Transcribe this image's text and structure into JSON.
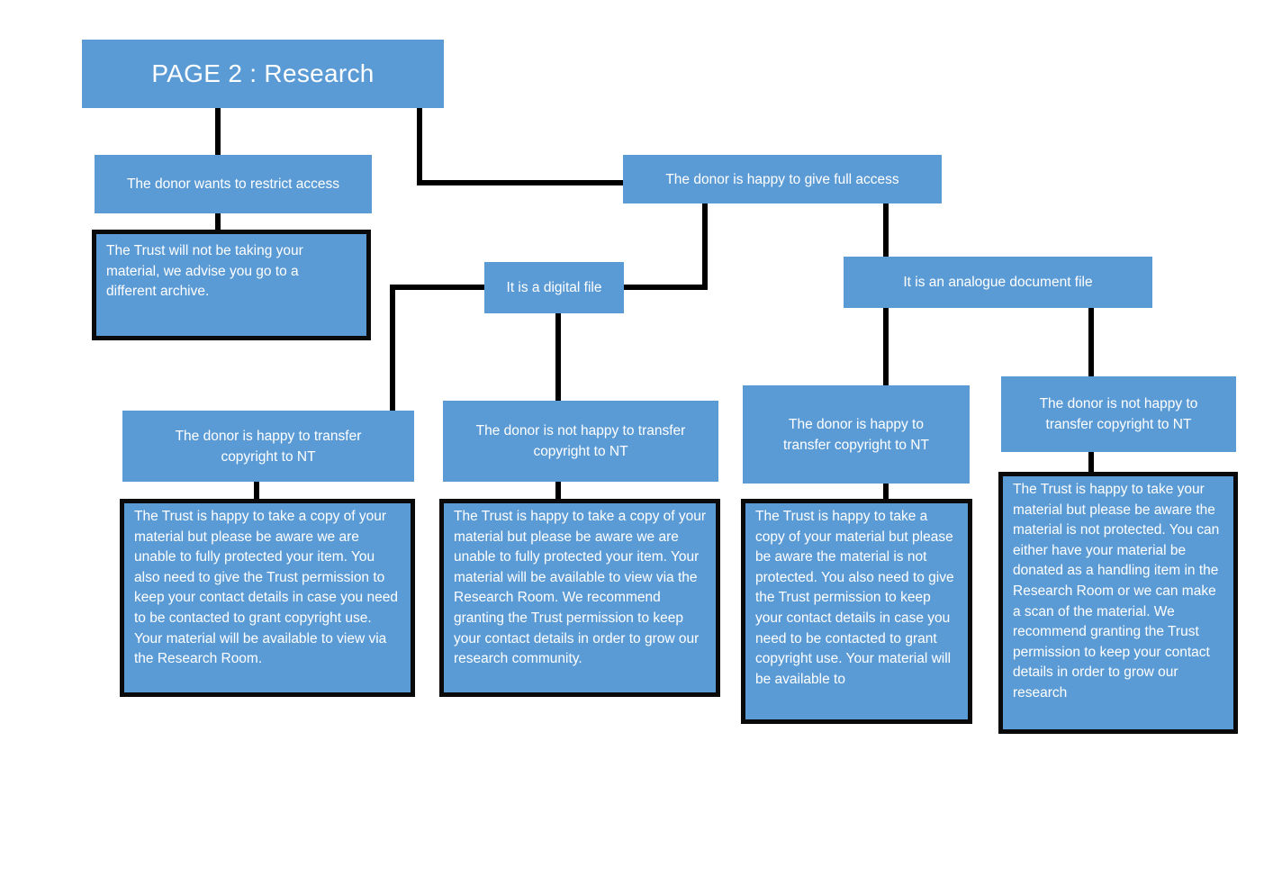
{
  "title": "PAGE 2 : Research",
  "nodes": {
    "restrict": "The donor wants to restrict access",
    "restrict_outcome": "The Trust will not be taking your material, we advise you go to a different archive.",
    "full_access": "The donor is happy to give full access",
    "digital": "It is a digital file",
    "analogue": "It is an analogue document file",
    "digital_transfer": "The donor is happy to transfer copyright to NT",
    "digital_no_transfer": "The donor is not happy to transfer copyright to NT",
    "analogue_transfer": "The donor is happy to transfer copyright to NT",
    "analogue_no_transfer": "The donor is not happy to transfer copyright to NT",
    "digital_transfer_outcome": "The Trust is happy to take a copy of your material but please be aware we are unable to fully protected your item. You also need to give the Trust permission to keep your contact details in case you need to be contacted to grant copyright use. Your material will be available to view via the Research Room.",
    "digital_no_transfer_outcome": "The Trust is happy to take a copy of your material but please be aware we are unable to fully protected your item. Your material will be available to view via the Research Room. We recommend granting the Trust permission to keep your contact details in order to grow our research community.",
    "analogue_transfer_outcome": "The Trust is happy to take a copy of your material but please be aware the material is not protected. You also need to give the Trust permission to keep your contact details in case you need to be contacted to grant copyright use. Your material will be available to",
    "analogue_no_transfer_outcome": "The Trust is happy to take your material but please be aware the material is not protected. You can either have your material be donated as a handling item in the Research Room or we can make a scan of the material. We recommend granting the Trust permission to keep your contact details in order to grow our research"
  },
  "colors": {
    "box_fill": "#5b9bd5",
    "connector": "#000000",
    "text": "#ffffff"
  }
}
